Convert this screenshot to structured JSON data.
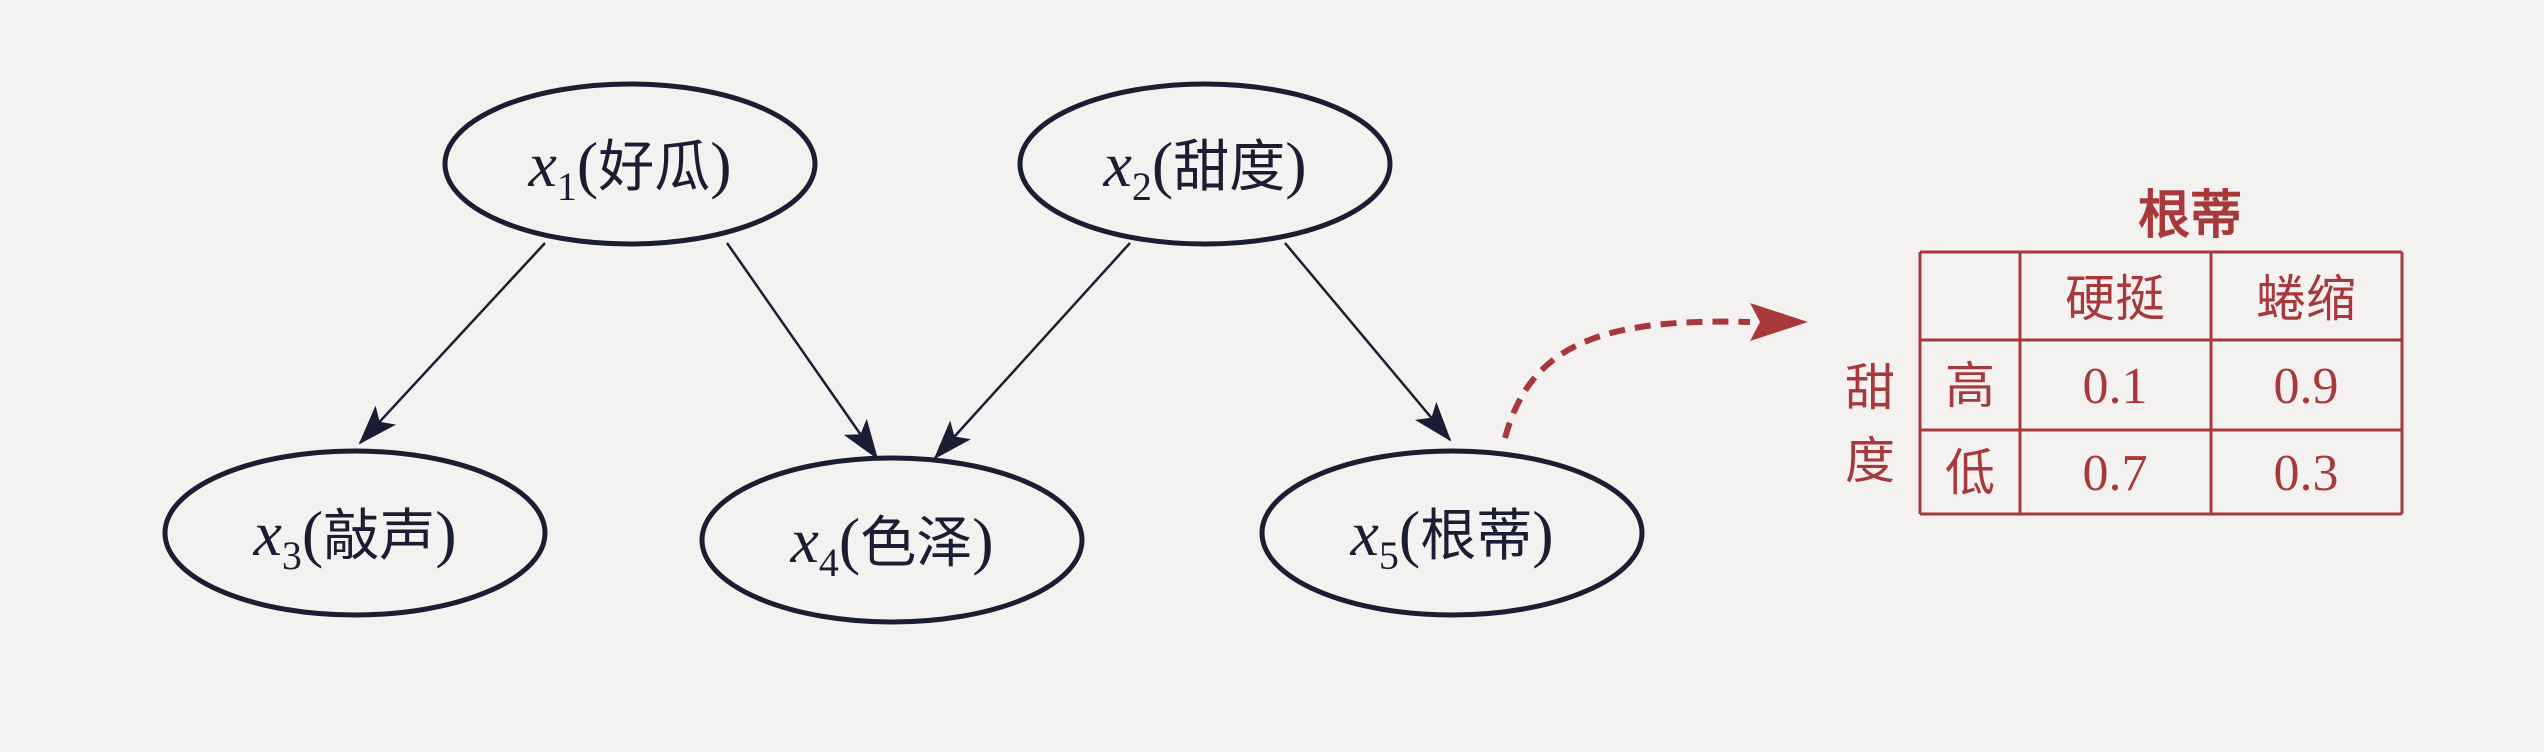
{
  "nodes": [
    {
      "id": "x1",
      "var": "x",
      "sub": "1",
      "label": "好瓜"
    },
    {
      "id": "x2",
      "var": "x",
      "sub": "2",
      "label": "甜度"
    },
    {
      "id": "x3",
      "var": "x",
      "sub": "3",
      "label": "敲声"
    },
    {
      "id": "x4",
      "var": "x",
      "sub": "4",
      "label": "色泽"
    },
    {
      "id": "x5",
      "var": "x",
      "sub": "5",
      "label": "根蒂"
    }
  ],
  "edges": [
    {
      "from": "x1",
      "to": "x3"
    },
    {
      "from": "x1",
      "to": "x4"
    },
    {
      "from": "x2",
      "to": "x4"
    },
    {
      "from": "x2",
      "to": "x5"
    }
  ],
  "cpt": {
    "title": "根蒂",
    "row_var": "甜度",
    "columns": [
      "硬挺",
      "蜷缩"
    ],
    "rows": [
      {
        "label": "高",
        "values": [
          "0.1",
          "0.9"
        ]
      },
      {
        "label": "低",
        "values": [
          "0.7",
          "0.3"
        ]
      }
    ]
  },
  "colors": {
    "ink": "#1a1d33",
    "annotation": "#a8393a",
    "paper": "#f4f2f1"
  }
}
